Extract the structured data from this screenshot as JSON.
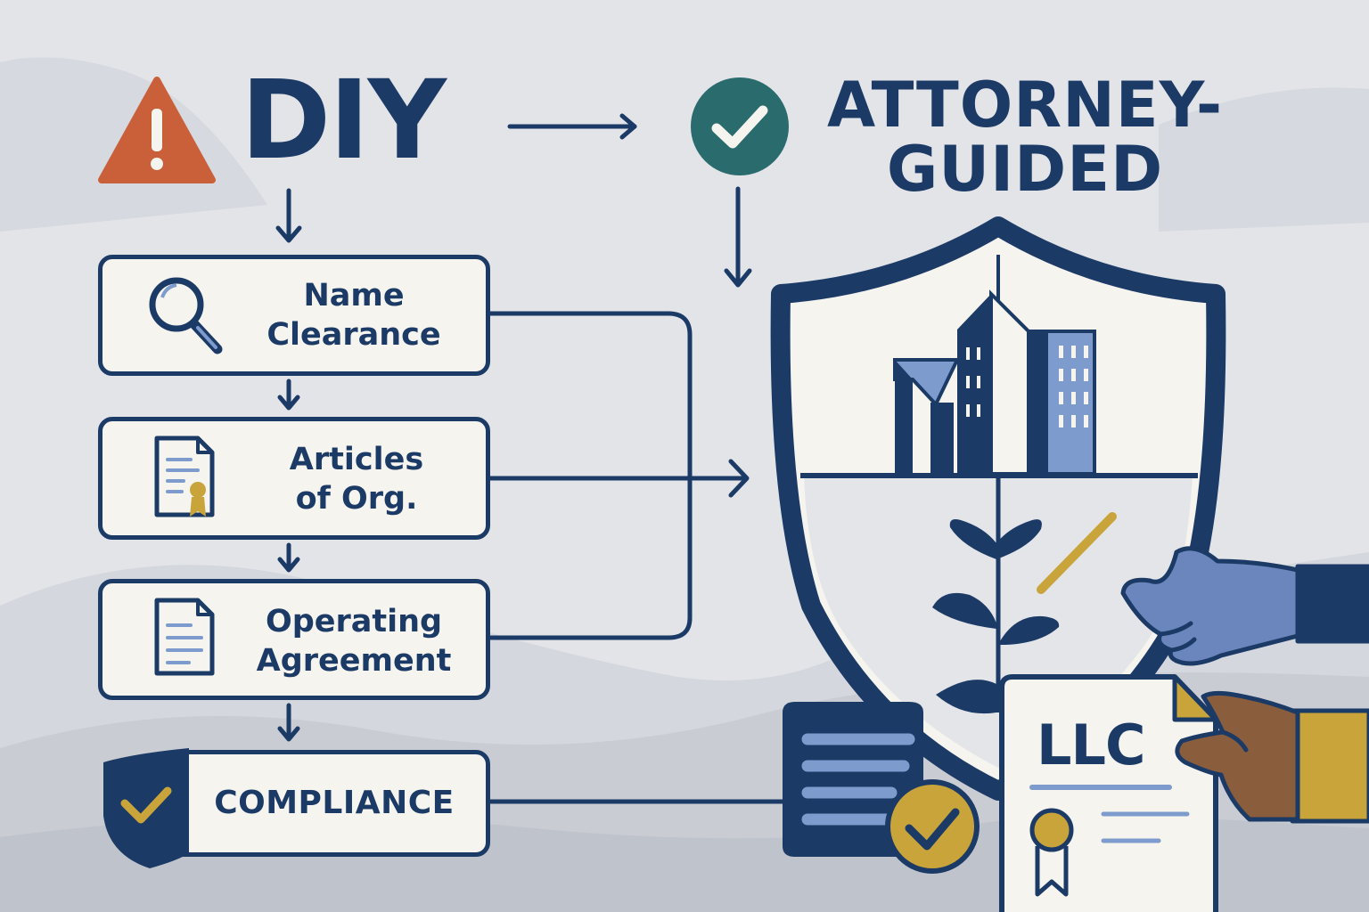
{
  "diy": {
    "title": "DIY"
  },
  "attorney": {
    "title_line1": "ATTORNEY-",
    "title_line2": "GUIDED"
  },
  "steps": [
    {
      "line1": "Name",
      "line2": "Clearance",
      "icon": "magnifier-icon"
    },
    {
      "line1": "Articles",
      "line2": "of Org.",
      "icon": "certificate-document-icon"
    },
    {
      "line1": "Operating",
      "line2": "Agreement",
      "icon": "document-icon"
    },
    {
      "line1": "COMPLIANCE",
      "icon": "shield-check-icon"
    }
  ],
  "document": {
    "label": "LLC"
  },
  "colors": {
    "navy": "#1b3a66",
    "warning": "#c9603a",
    "teal": "#2a6b6e",
    "gold": "#c9a43a",
    "blue": "#7d9bcc",
    "background": "#e2e4e8",
    "paper": "#f6f4ee"
  }
}
